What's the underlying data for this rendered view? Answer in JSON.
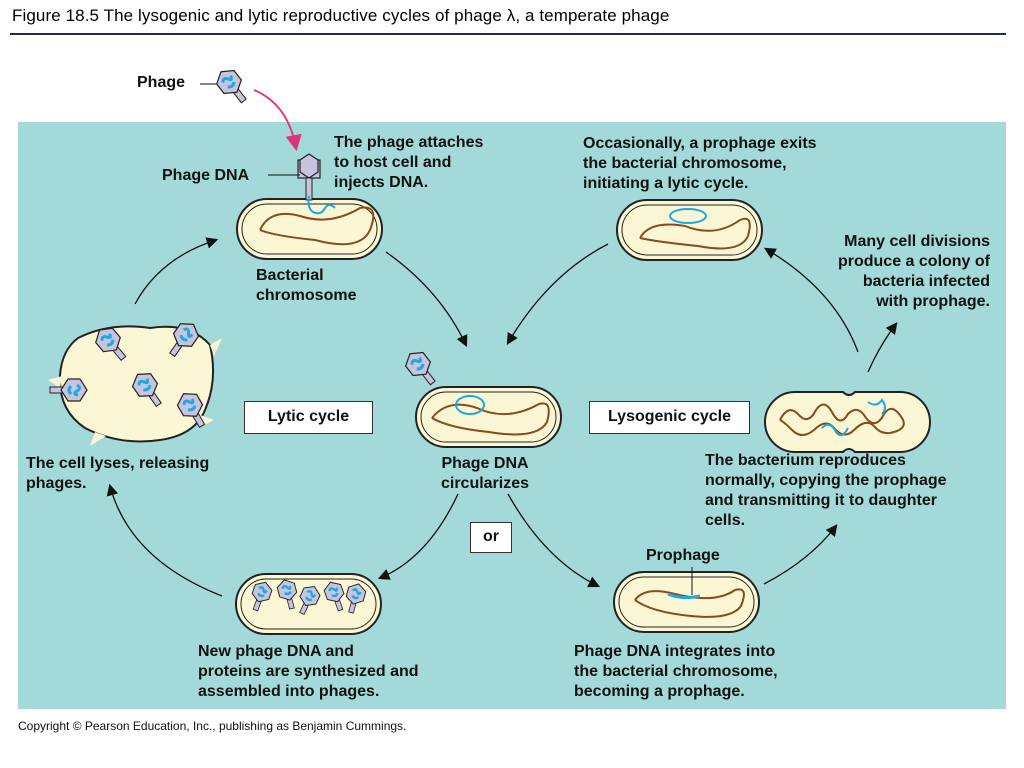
{
  "title": "Figure 18.5  The lysogenic and lytic reproductive cycles of phage λ, a temperate phage",
  "labels": {
    "phage": "Phage",
    "phage_dna": "Phage DNA",
    "attach": [
      "The phage attaches",
      "to host cell and",
      "injects DNA."
    ],
    "bacterial_chromosome": [
      "Bacterial",
      "chromosome"
    ],
    "exits": [
      "Occasionally, a prophage exits",
      "the bacterial chromosome,",
      "initiating a lytic cycle."
    ],
    "divisions": [
      "Many cell divisions",
      "produce a colony of",
      "bacteria infected",
      "with prophage."
    ],
    "lytic_cycle": "Lytic cycle",
    "lysogenic_cycle": "Lysogenic cycle",
    "lyses": [
      "The cell lyses, releasing",
      "phages."
    ],
    "circularizes": [
      "Phage DNA",
      "circularizes"
    ],
    "or": "or",
    "reproduces": [
      "The bacterium reproduces",
      "normally, copying the prophage",
      "and transmitting it to daughter",
      "cells."
    ],
    "prophage": "Prophage",
    "synthesized": [
      "New phage DNA and",
      "proteins are synthesized and",
      "assembled into phages."
    ],
    "integrates": [
      "Phage DNA integrates into",
      "the bacterial chromosome,",
      "becoming a prophage."
    ]
  },
  "copyright": "Copyright © Pearson Education, Inc., publishing as Benjamin Cummings.",
  "colors": {
    "panel": "#a3d9d8",
    "cell_fill": "#fbf6d3",
    "chromosome": "#8b4a1a",
    "phage_dna": "#1da9e3",
    "phage_body": "#c8c4de",
    "arrow_pink": "#e0337a",
    "title_rule": "#1e2a55"
  }
}
